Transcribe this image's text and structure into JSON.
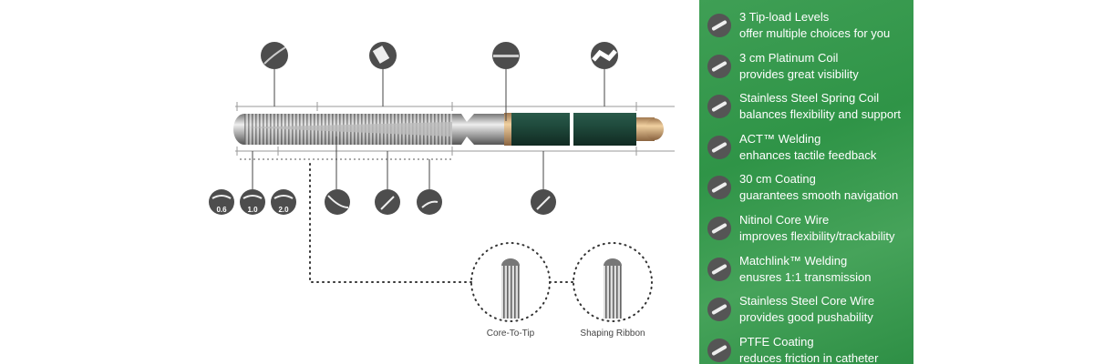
{
  "features": [
    {
      "icon": "tip-load-icon",
      "title": "3 Tip-load Levels",
      "desc": "offer multiple choices for you"
    },
    {
      "icon": "platinum-coil-icon",
      "title": "3 cm Platinum Coil",
      "desc": "provides great visibility"
    },
    {
      "icon": "spring-coil-icon",
      "title": "Stainless Steel Spring Coil",
      "desc": "balances flexibility and support"
    },
    {
      "icon": "act-welding-icon",
      "title": "ACT™ Welding",
      "desc": "enhances tactile feedback"
    },
    {
      "icon": "coating-icon",
      "title": "30 cm Coating",
      "desc": "guarantees smooth navigation"
    },
    {
      "icon": "nitinol-core-icon",
      "title": "Nitinol Core Wire",
      "desc": "improves flexibility/trackability"
    },
    {
      "icon": "matchlink-welding-icon",
      "title": "Matchlink™ Welding",
      "desc": "enusres 1:1 transmission"
    },
    {
      "icon": "steel-core-icon",
      "title": "Stainless Steel Core Wire",
      "desc": "provides good pushability"
    },
    {
      "icon": "ptfe-coating-icon",
      "title": "PTFE Coating",
      "desc": "reduces friction in catheter"
    }
  ],
  "tip_loads": [
    "0.6",
    "1.0",
    "2.0"
  ],
  "tip_designs": [
    "Core-To-Tip",
    "Shaping Ribbon"
  ],
  "colors": {
    "panel": "#3a9a4f",
    "icon": "#505050",
    "jacket": "#1f4a3c",
    "gold": "#c49a5e"
  }
}
